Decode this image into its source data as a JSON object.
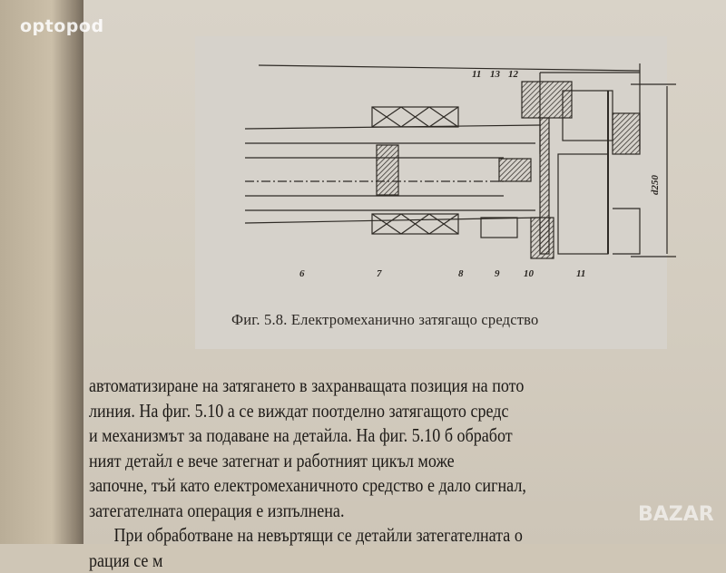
{
  "watermarks": {
    "top_left": "optopod",
    "bottom_right": "BAZAR"
  },
  "figure": {
    "caption": "Фиг. 5.8. Електромеханично затягащо средство",
    "part_labels": [
      "6",
      "7",
      "8",
      "9",
      "10",
      "11",
      "11",
      "13",
      "12"
    ],
    "dimension": "d250"
  },
  "body": {
    "lines": [
      "автоматизиране на затягането в захранващата позиция на пото",
      "линия. На фиг. 5.10 а се виждат поотделно затягащото средс",
      "и механизмът за подаване на детайла. На фиг. 5.10 б обработ",
      "ният детайл е вече затегнат и работният цикъл може",
      "започне, тъй като електромеханичното средство е дало сигнал,",
      "затегателната операция е изпълнена.",
      "При обработване на невъртящи се детайли затегателната о",
      "рация се м"
    ]
  }
}
